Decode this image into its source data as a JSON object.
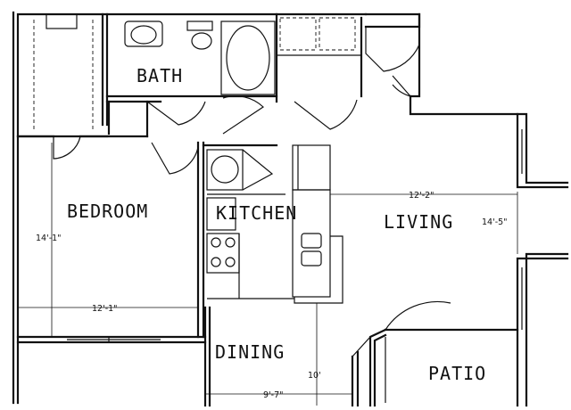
{
  "rooms": {
    "bath": "BATH",
    "bedroom": "BEDROOM",
    "kitchen": "KITCHEN",
    "living": "LIVING",
    "dining": "DINING",
    "patio": "PATIO"
  },
  "dimensions": {
    "bedroom_depth": "14'-1\"",
    "bedroom_width": "12'-1\"",
    "living_width": "12'-2\"",
    "living_depth": "14'-5\"",
    "dining_depth": "10'",
    "dining_width": "9'-7\""
  }
}
